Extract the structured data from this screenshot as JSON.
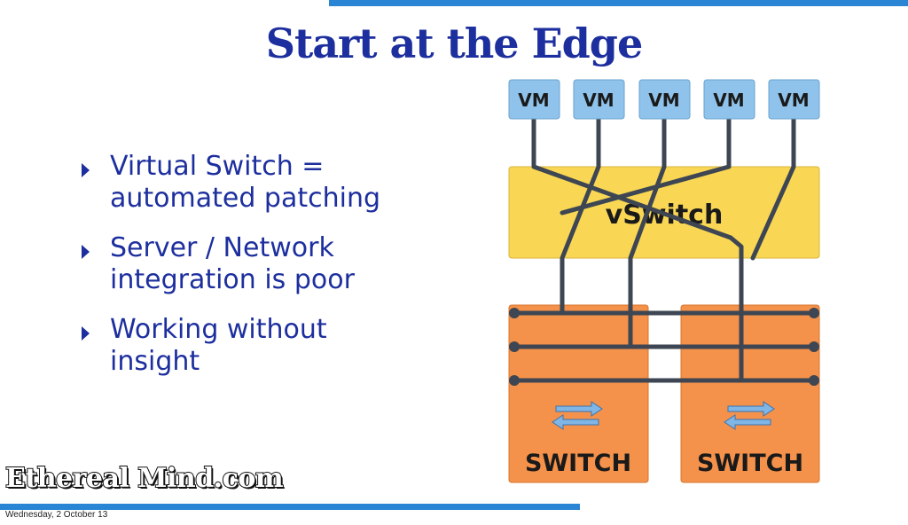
{
  "slide": {
    "title": "Start at the Edge",
    "bullets": [
      {
        "line1": "Virtual Switch =",
        "line2": "automated patching"
      },
      {
        "line1": "Server / Network",
        "line2": "integration is poor"
      },
      {
        "line1": "Working without",
        "line2": "insight"
      }
    ]
  },
  "diagram": {
    "vms": [
      "VM",
      "VM",
      "VM",
      "VM",
      "VM"
    ],
    "vswitch_label": "vSwitch",
    "switches": [
      "SWITCH",
      "SWITCH"
    ],
    "switch_icon": "bidirectional-arrows-icon",
    "colors": {
      "vm": "#8fc3eb",
      "vswitch": "#f9d654",
      "switch": "#f4914a",
      "cable": "#3d4652",
      "label": "#1a1a1a"
    }
  },
  "branding": {
    "watermark": "Ethereal Mind.com"
  },
  "footer": {
    "date": "Wednesday, 2 October 13"
  },
  "colors": {
    "accent": "#2a86d4",
    "title": "#1d2f9e"
  }
}
